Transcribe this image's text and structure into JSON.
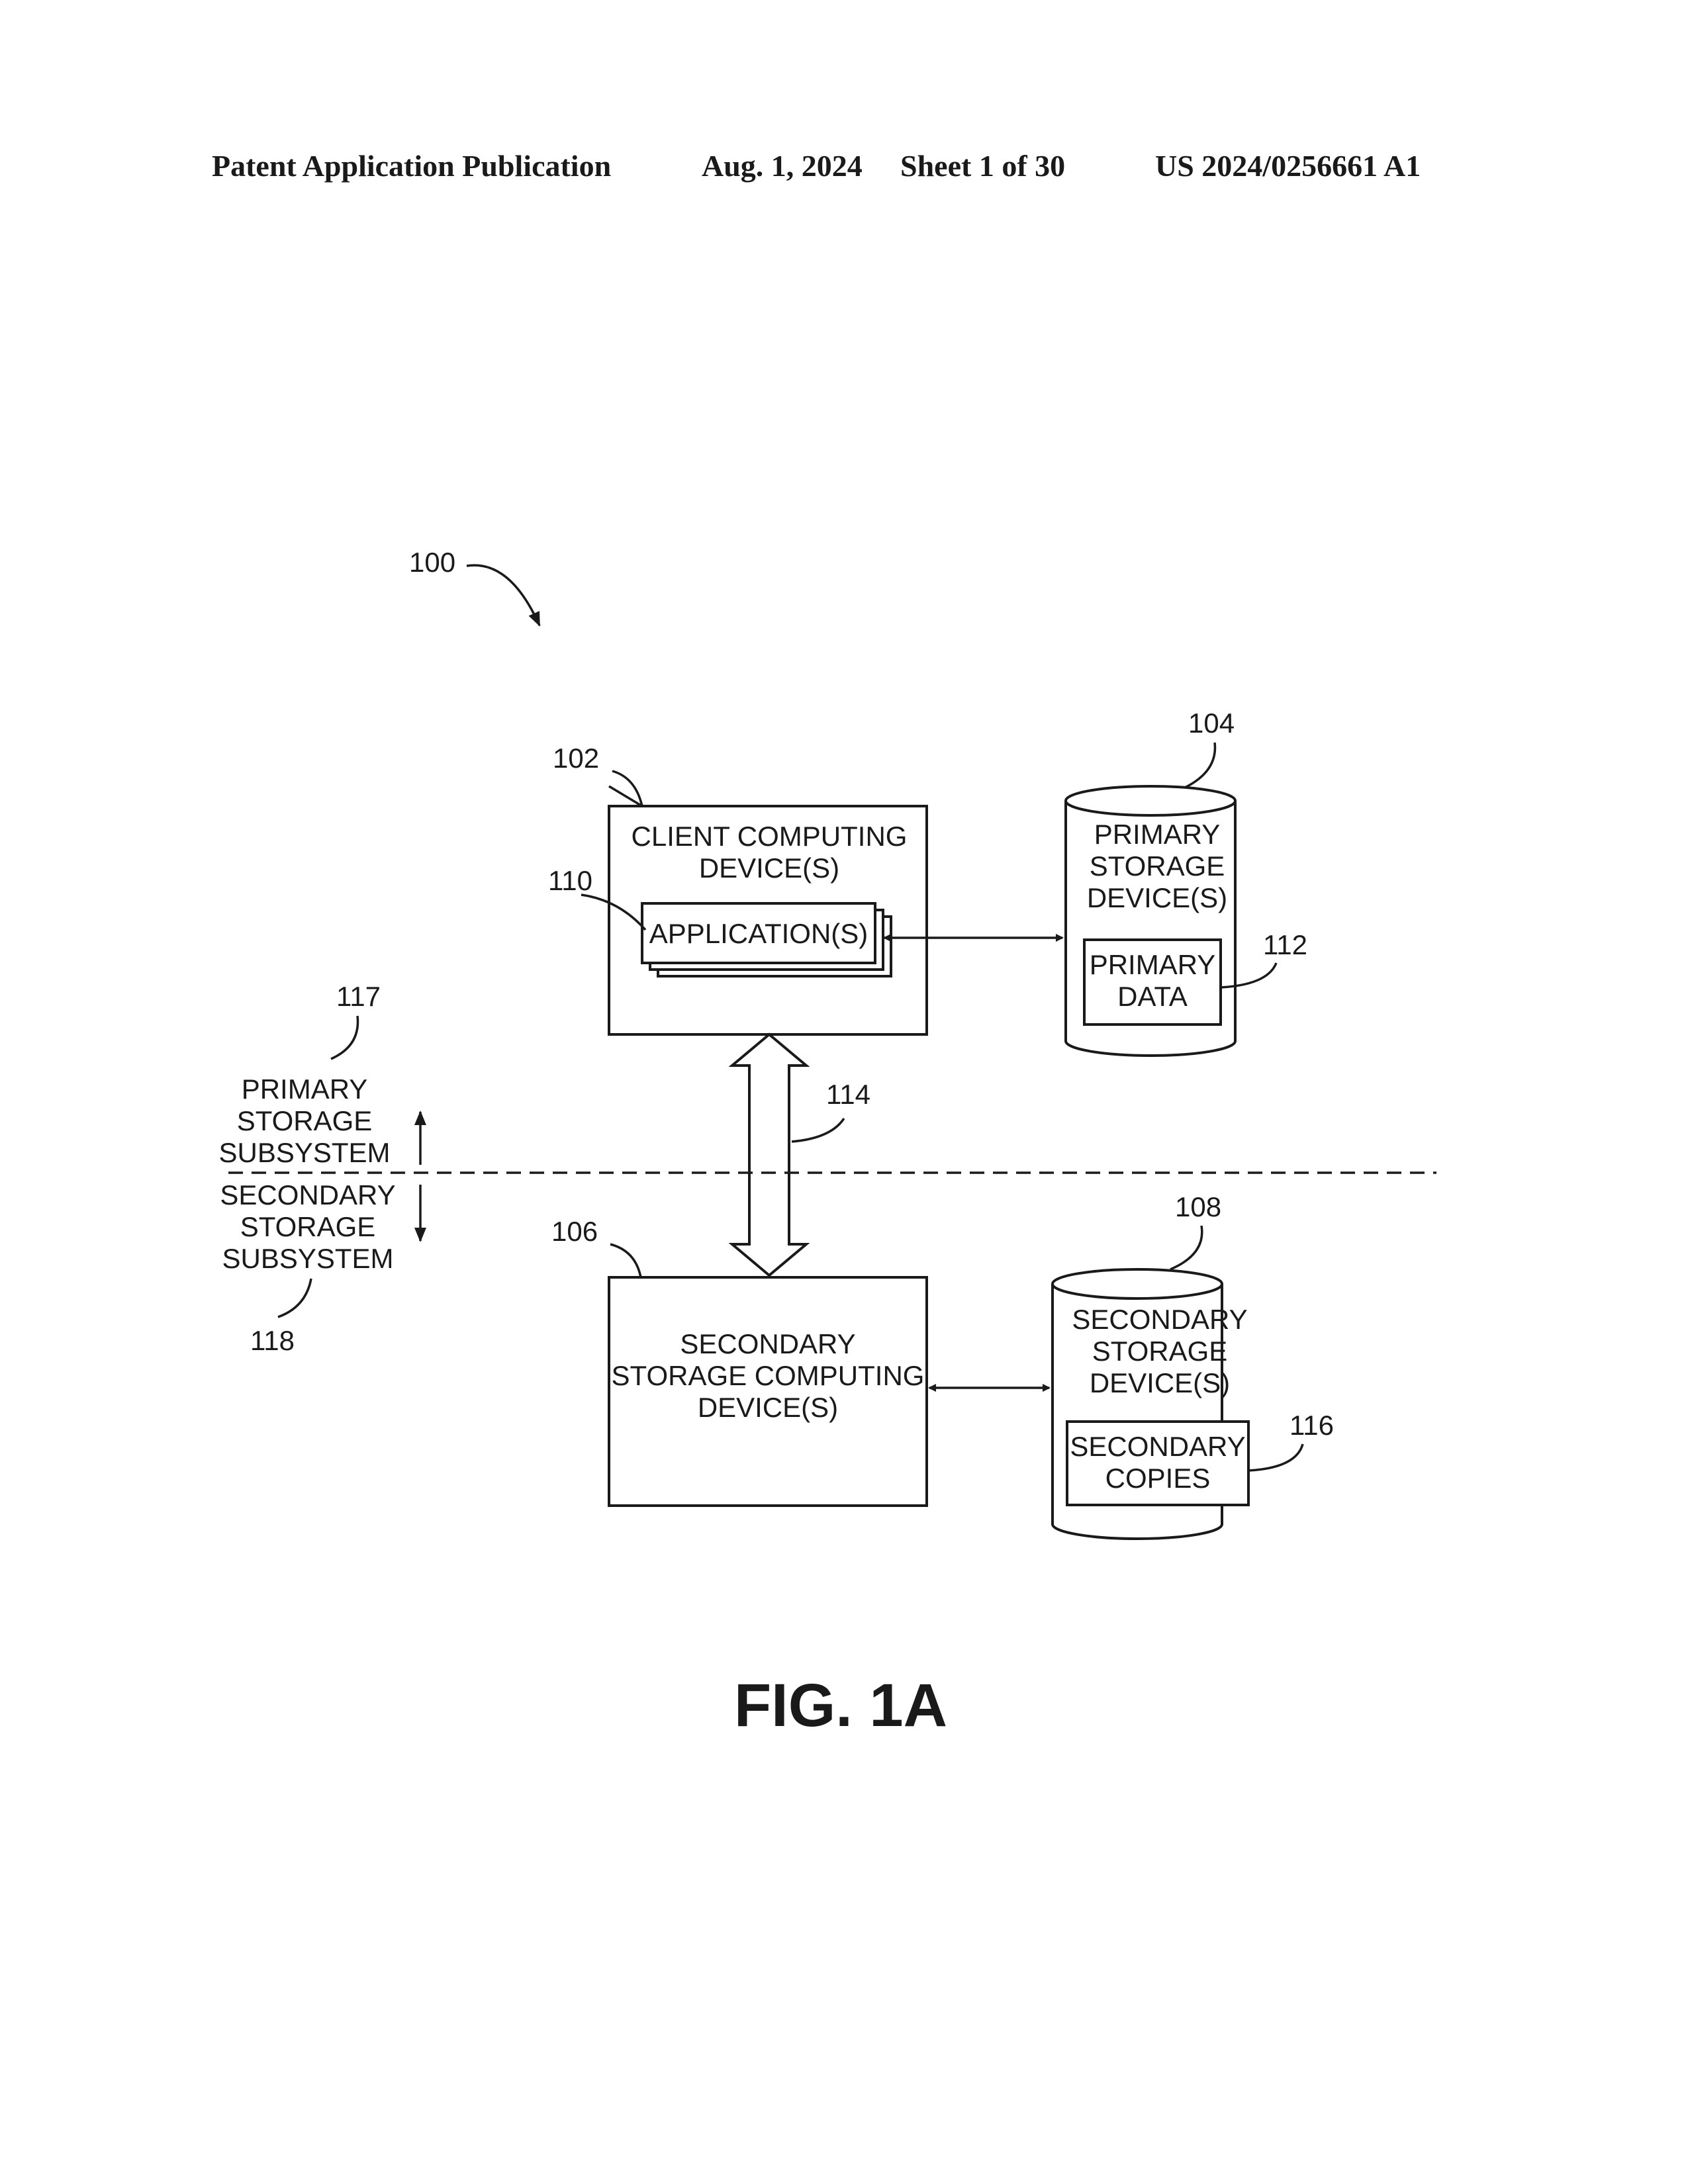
{
  "header": {
    "publication": "Patent Application Publication",
    "date": "Aug. 1, 2024",
    "sheet": "Sheet 1 of 30",
    "number": "US 2024/0256661 A1"
  },
  "figure": {
    "label": "FIG. 1A",
    "system_ref": "100"
  },
  "components": {
    "client": {
      "ref": "102",
      "lines": [
        "CLIENT COMPUTING",
        "DEVICE(S)"
      ]
    },
    "application": {
      "ref": "110",
      "label": "APPLICATION(S)"
    },
    "primary_storage": {
      "ref": "104",
      "lines": [
        "PRIMARY",
        "STORAGE",
        "DEVICE(S)"
      ]
    },
    "primary_data": {
      "ref": "112",
      "lines": [
        "PRIMARY",
        "DATA"
      ]
    },
    "connection": {
      "ref": "114"
    },
    "secondary_computing": {
      "ref": "106",
      "lines": [
        "SECONDARY",
        "STORAGE COMPUTING",
        "DEVICE(S)"
      ]
    },
    "secondary_storage": {
      "ref": "108",
      "lines": [
        "SECONDARY",
        "STORAGE",
        "DEVICE(S)"
      ]
    },
    "secondary_copies": {
      "ref": "116",
      "lines": [
        "SECONDARY",
        "COPIES"
      ]
    }
  },
  "subsystems": {
    "primary": {
      "ref": "117",
      "lines": [
        "PRIMARY",
        "STORAGE",
        "SUBSYSTEM"
      ]
    },
    "secondary": {
      "ref": "118",
      "lines": [
        "SECONDARY",
        "STORAGE",
        "SUBSYSTEM"
      ]
    }
  }
}
